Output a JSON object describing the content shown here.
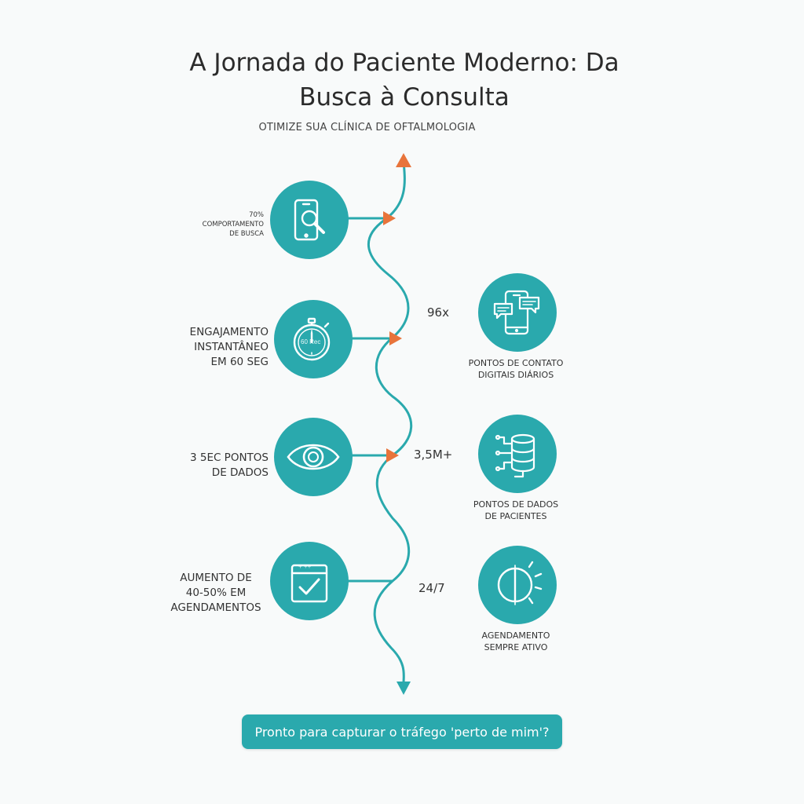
{
  "header": {
    "title": "A Jornada do Paciente Moderno: Da Busca à Consulta",
    "subtitle": "OTIMIZE SUA CLÍNICA DE OFTALMOLOGIA"
  },
  "colors": {
    "teal": "#2aa9ad",
    "accent_orange": "#e8743b",
    "text": "#333333"
  },
  "left_steps": [
    {
      "label": "70%\nCOMPORTAMENTO\nDE BUSCA",
      "icon": "phone-search-icon"
    },
    {
      "label": "ENGAJAMENTO\nINSTANTÂNEO\nEM 60 SEG",
      "icon": "stopwatch-icon",
      "icon_text": "60 Rec"
    },
    {
      "label": "3 5EC PONTOS\nDE DADOS",
      "icon": "eye-icon"
    },
    {
      "label": "AUMENTO DE\n40-50% EM\nAGENDAMENTOS",
      "icon": "calendar-check-icon",
      "icon_text": "+ ++"
    }
  ],
  "right_steps": [
    {
      "stat": "96x",
      "label": "PONTOS DE CONTATO\nDIGITAIS DIÁRIOS",
      "icon": "phone-chat-icon"
    },
    {
      "stat": "3,5M+",
      "label": "PONTOS DE DADOS\nDE PACIENTES",
      "icon": "database-icon"
    },
    {
      "stat": "24/7",
      "label": "AGENDAMENTO\nSEMPRE ATIVO",
      "icon": "day-night-icon"
    }
  ],
  "cta": {
    "label": "Pronto para capturar o tráfego 'perto de mim'?"
  }
}
